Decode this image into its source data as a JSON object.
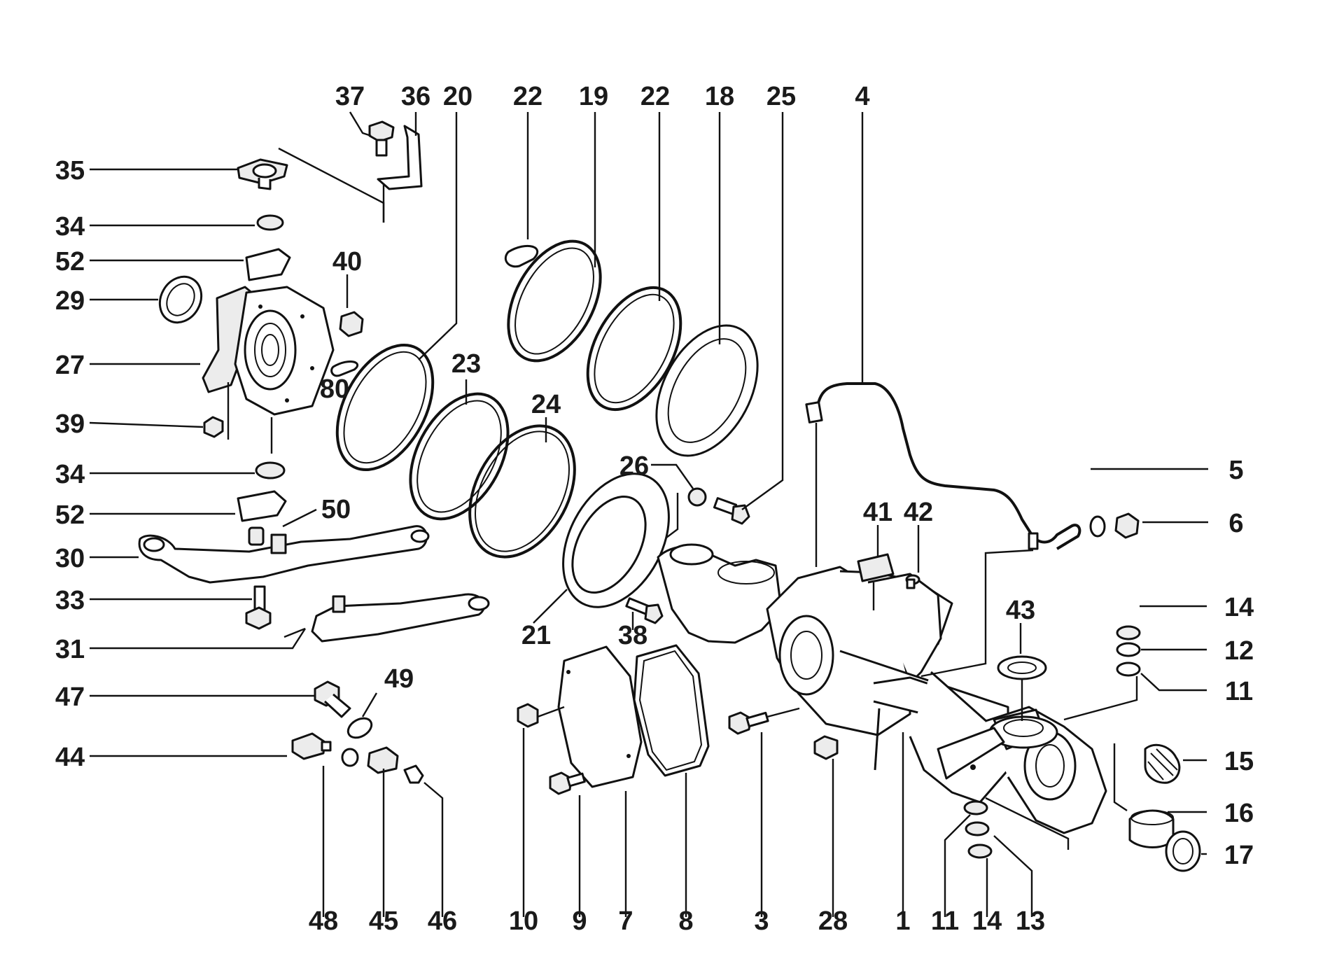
{
  "diagram": {
    "callouts": [
      {
        "id": "c37a",
        "text": "37"
      },
      {
        "id": "c36",
        "text": "36"
      },
      {
        "id": "c20",
        "text": "20"
      },
      {
        "id": "c22a",
        "text": "22"
      },
      {
        "id": "c19",
        "text": "19"
      },
      {
        "id": "c22b",
        "text": "22"
      },
      {
        "id": "c18",
        "text": "18"
      },
      {
        "id": "c25",
        "text": "25"
      },
      {
        "id": "c4",
        "text": "4"
      },
      {
        "id": "c35",
        "text": "35"
      },
      {
        "id": "c34a",
        "text": "34"
      },
      {
        "id": "c52a",
        "text": "52"
      },
      {
        "id": "c40",
        "text": "40"
      },
      {
        "id": "c29",
        "text": "29"
      },
      {
        "id": "c23",
        "text": "23"
      },
      {
        "id": "c27",
        "text": "27"
      },
      {
        "id": "c80",
        "text": "80"
      },
      {
        "id": "c24",
        "text": "24"
      },
      {
        "id": "c39",
        "text": "39"
      },
      {
        "id": "c26",
        "text": "26"
      },
      {
        "id": "c34b",
        "text": "34"
      },
      {
        "id": "c41",
        "text": "41"
      },
      {
        "id": "c42",
        "text": "42"
      },
      {
        "id": "c5",
        "text": "5"
      },
      {
        "id": "c6",
        "text": "6"
      },
      {
        "id": "c50",
        "text": "50"
      },
      {
        "id": "c52b",
        "text": "52"
      },
      {
        "id": "c30",
        "text": "30"
      },
      {
        "id": "c33",
        "text": "33"
      },
      {
        "id": "c43",
        "text": "43"
      },
      {
        "id": "c14a",
        "text": "14"
      },
      {
        "id": "c21",
        "text": "21"
      },
      {
        "id": "c38",
        "text": "38"
      },
      {
        "id": "c31",
        "text": "31"
      },
      {
        "id": "c12",
        "text": "12"
      },
      {
        "id": "c49",
        "text": "49"
      },
      {
        "id": "c11a",
        "text": "11"
      },
      {
        "id": "c47",
        "text": "47"
      },
      {
        "id": "c44",
        "text": "44"
      },
      {
        "id": "c15",
        "text": "15"
      },
      {
        "id": "c16",
        "text": "16"
      },
      {
        "id": "c17",
        "text": "17"
      },
      {
        "id": "c48",
        "text": "48"
      },
      {
        "id": "c45",
        "text": "45"
      },
      {
        "id": "c46",
        "text": "46"
      },
      {
        "id": "c10",
        "text": "10"
      },
      {
        "id": "c9",
        "text": "9"
      },
      {
        "id": "c7",
        "text": "7"
      },
      {
        "id": "c8",
        "text": "8"
      },
      {
        "id": "c3",
        "text": "3"
      },
      {
        "id": "c28",
        "text": "28"
      },
      {
        "id": "c1",
        "text": "1"
      },
      {
        "id": "c11b",
        "text": "11"
      },
      {
        "id": "c14b",
        "text": "14"
      },
      {
        "id": "c13",
        "text": "13"
      }
    ]
  }
}
